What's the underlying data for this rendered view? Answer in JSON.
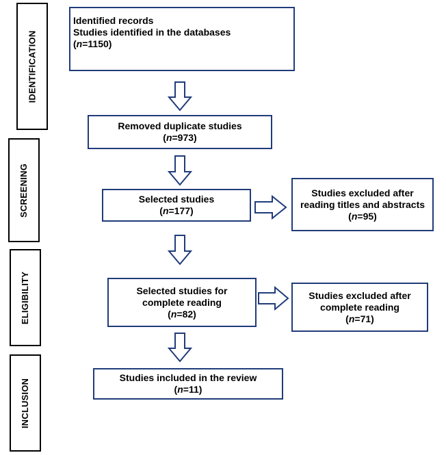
{
  "phases": {
    "identification": "IDENTIFICATION",
    "screening": "SCREENING",
    "eligibility": "ELIGIBILITY",
    "inclusion": "INCLUSION"
  },
  "boxes": {
    "identified": {
      "line1": "Identified records",
      "line2": "Studies identified in the databases",
      "n_prefix": "n",
      "n_value": "=1150"
    },
    "duplicates": {
      "title": "Removed duplicate studies",
      "n_prefix": "n",
      "n_value": "=973"
    },
    "selected": {
      "title": "Selected studies",
      "n_prefix": "n",
      "n_value": "=177"
    },
    "excluded_titles": {
      "line1": "Studies excluded after",
      "line2": "reading titles and abstracts",
      "n_prefix": "n",
      "n_value": "=95"
    },
    "complete_reading": {
      "line1": "Selected studies for",
      "line2": "complete reading",
      "n_prefix": "n",
      "n_value": "=82"
    },
    "excluded_complete": {
      "line1": "Studies excluded after",
      "line2": "complete reading",
      "n_prefix": "n",
      "n_value": "=71"
    },
    "included": {
      "title": "Studies included in the review",
      "n_prefix": "n",
      "n_value": "=11"
    }
  },
  "colors": {
    "box_border": "#1f3b7a",
    "arrow_stroke": "#1f3b7a",
    "phase_border": "#000000"
  }
}
